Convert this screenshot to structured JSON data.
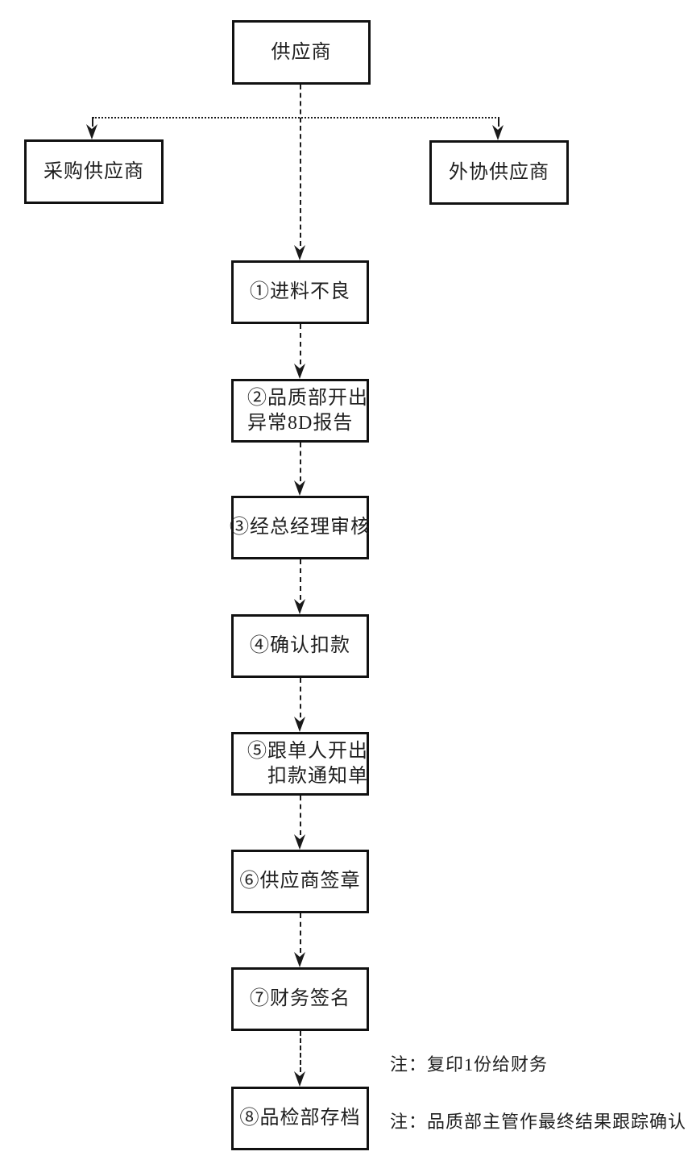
{
  "diagram": {
    "title": "supplier-deduction-flowchart",
    "root": {
      "label": "供应商"
    },
    "branches": [
      {
        "label": "采购供应商"
      },
      {
        "label": "外协供应商"
      }
    ],
    "steps": [
      {
        "lines": [
          "①进料不良"
        ]
      },
      {
        "lines": [
          "②品质部开出",
          "异常8D报告"
        ]
      },
      {
        "lines": [
          "③经总经理审核"
        ]
      },
      {
        "lines": [
          "④确认扣款"
        ]
      },
      {
        "lines": [
          "⑤跟单人开出",
          "扣款通知单"
        ]
      },
      {
        "lines": [
          "⑥供应商签章"
        ]
      },
      {
        "lines": [
          "⑦财务签名"
        ]
      },
      {
        "lines": [
          "⑧品检部存档"
        ]
      }
    ],
    "notes": [
      {
        "text": "注：复印1份给财务"
      },
      {
        "text": "注：品质部主管作最终结果跟踪确认"
      }
    ]
  },
  "colors": {
    "line": "#1a1a1a",
    "box_border": "#111111",
    "text": "#1f1f1f",
    "background": "#ffffff"
  }
}
